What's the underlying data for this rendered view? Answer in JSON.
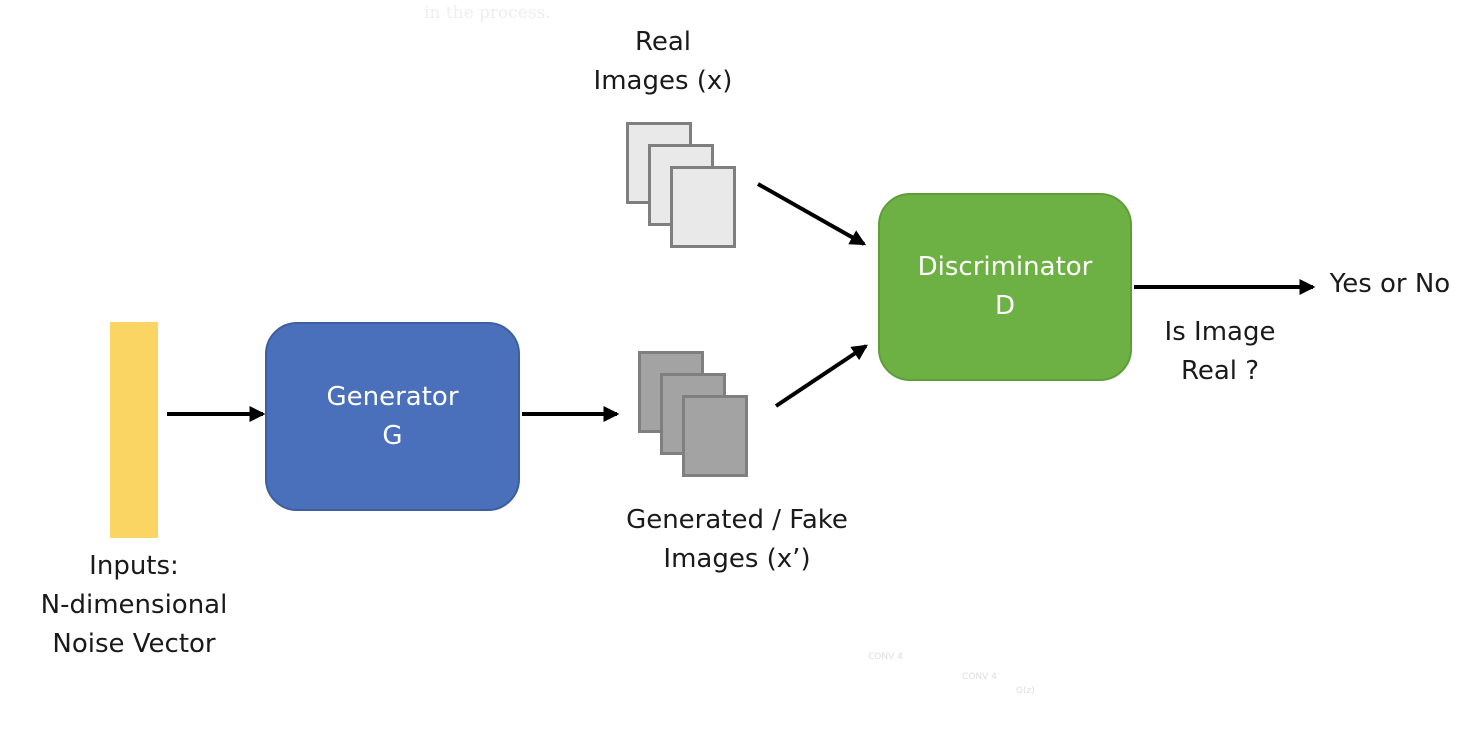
{
  "caption_top": "in the process.",
  "labels": {
    "real_images": [
      "Real",
      "Images (x)"
    ],
    "fake_images": [
      "Generated / Fake",
      "Images (x’)"
    ],
    "inputs": [
      "Inputs:",
      "N-dimensional",
      "Noise Vector"
    ],
    "question": [
      "Is Image",
      "Real ?"
    ],
    "output": "Yes or No"
  },
  "generator": [
    "Generator",
    "G"
  ],
  "discriminator": [
    "Discriminator",
    "D"
  ],
  "watermarks": [
    "CONV 4",
    "CONV 4",
    "G(z)"
  ],
  "colors": {
    "generator": "#4a70bc",
    "discriminator": "#6db144",
    "noise": "#fbd564",
    "real_page": "#e9e9e9",
    "fake_page": "#a3a3a3",
    "arrow": "#000000"
  }
}
